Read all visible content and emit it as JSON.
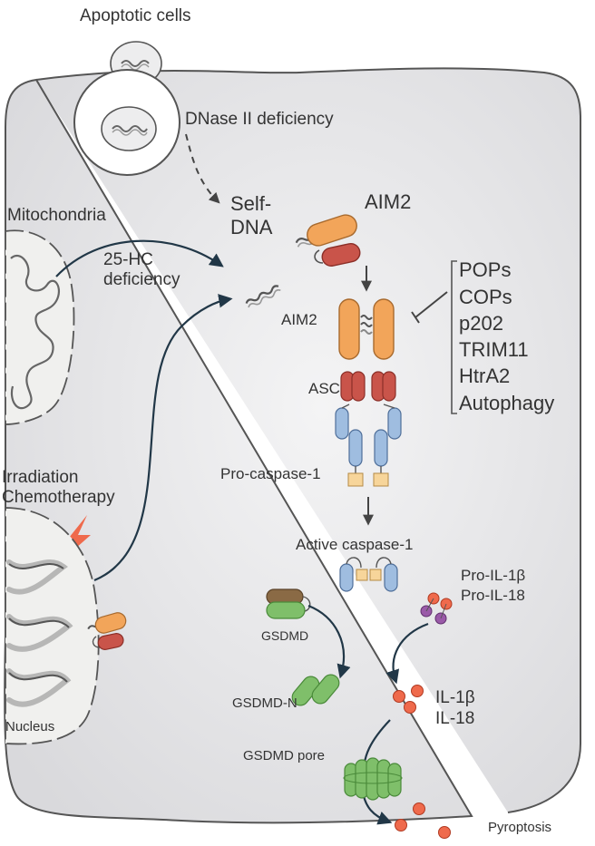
{
  "labels": {
    "apoptotic_cells": "Apoptotic cells",
    "dnase_deficiency": "DNase II deficiency",
    "mitochondria": "Mitochondria",
    "self_dna_line1": "Self-",
    "self_dna_line2": "DNA",
    "aim2_top": "AIM2",
    "hc_line1": "25-HC",
    "hc_line2": "deficiency",
    "aim2_complex": "AIM2",
    "asc": "ASC",
    "pro_caspase": "Pro-caspase-1",
    "irradiation": "Irradiation",
    "chemotherapy": "Chemotherapy",
    "active_caspase": "Active caspase-1",
    "pro_il1b": "Pro-IL-1β",
    "pro_il18": "Pro-IL-18",
    "gsdmd": "GSDMD",
    "gsdmd_n": "GSDMD-N",
    "il1b": "IL-1β",
    "il18": "IL-18",
    "nucleus": "Nucleus",
    "gsdmd_pore": "GSDMD pore",
    "pyroptosis": "Pyroptosis"
  },
  "inhibitors": [
    "POPs",
    "COPs",
    "p202",
    "TRIM11",
    "HtrA2",
    "Autophagy"
  ],
  "colors": {
    "aim2": "#f2a55a",
    "asc": "#c9544a",
    "caspase": "#9fbde0",
    "caspase_domain": "#f7d59a",
    "gsdmd_n": "#7fbf6a",
    "gsdmd_c": "#8a6a45",
    "cytokine": "#ef6a4c",
    "cytokine_pro": "#9a5aa8",
    "arrow": "#213747",
    "cell_fill": "#e7e7e9",
    "cell_edge": "#555555"
  }
}
